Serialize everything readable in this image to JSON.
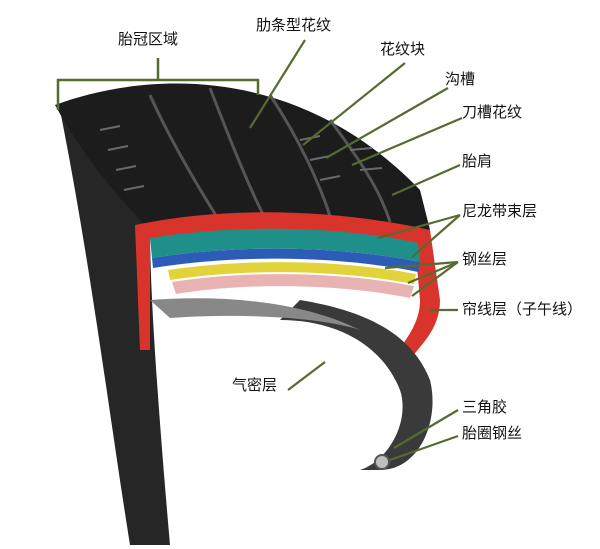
{
  "labels": {
    "crown": "胎冠区域",
    "rib": "肋条型花纹",
    "block": "花纹块",
    "groove": "沟槽",
    "sipe": "刀槽花纹",
    "shoulder": "胎肩",
    "nylon": "尼龙带束层",
    "steel": "钢丝层",
    "ply": "帘线层（子午线）",
    "liner": "气密层",
    "apex": "三角胶",
    "bead": "胎圈钢丝"
  },
  "colors": {
    "tread": "#1c1c1c",
    "red_layer": "#d9342b",
    "teal_layer": "#1f8f8a",
    "blue_layer": "#2c5bb8",
    "yellow_layer": "#e3d33a",
    "pink_layer": "#e9b3b3",
    "leader": "#556b2f"
  }
}
